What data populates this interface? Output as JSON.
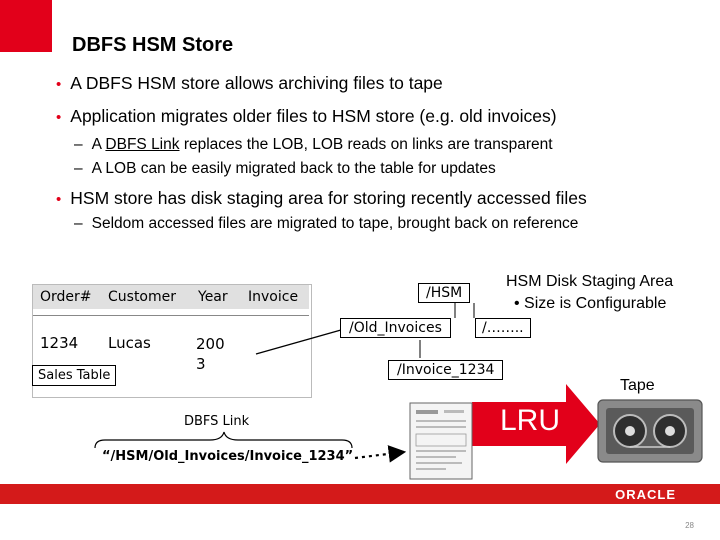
{
  "title": "DBFS HSM Store",
  "bullets": [
    "A DBFS HSM store allows archiving files to tape",
    "Application migrates older files to HSM store (e.g. old invoices)",
    "HSM store has disk staging area for storing recently accessed files"
  ],
  "sub_bullets": {
    "b2_1_underlined": "DBFS Link",
    "b2_1_prefix": "A ",
    "b2_1_suffix": " replaces the LOB, LOB reads on links are transparent",
    "b2_2": "A LOB can be easily migrated back to the table for updates",
    "b3_1": "Seldom accessed files are migrated to tape, brought back on reference"
  },
  "sub_marker": "–",
  "table": {
    "headers": [
      "Order#",
      "Customer",
      "Year",
      "Invoice"
    ],
    "row": [
      "1234",
      "Lucas",
      "200\n3"
    ],
    "year_line1": "200",
    "year_line2": "3",
    "label": "Sales Table"
  },
  "diagram": {
    "hsm": "/HSM",
    "old_invoices": "/Old_Invoices",
    "dots": "/……..",
    "invoice": "/Invoice_1234",
    "staging_title": "HSM Disk Staging Area",
    "staging_note": "• Size is Configurable",
    "tape": "Tape",
    "lru": "LRU",
    "dbfs_link": "DBFS Link",
    "path": "“/HSM/Old_Invoices/Invoice_1234”"
  },
  "footer": {
    "brand": "ORACLE",
    "page": "28"
  },
  "colors": {
    "accent": "#e2001a",
    "lru_arrow": "#e2001a",
    "footer": "#d41a1a"
  }
}
